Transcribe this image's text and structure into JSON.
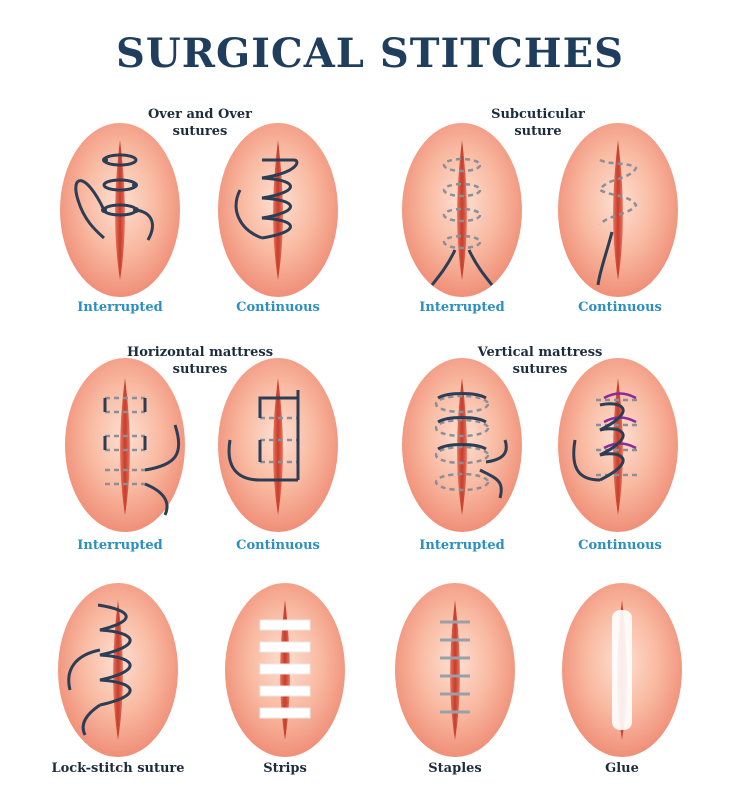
{
  "title": "SURGICAL STITCHES",
  "colors": {
    "title": "#1f3e5e",
    "skin_light": "#fbd3c2",
    "skin_dark": "#f08f78",
    "wound": "#d9533e",
    "thread": "#2c3e55",
    "purple_thread": "#8a2a9b",
    "label_blue": "#2b8fc0",
    "label_dark": "#1d2c3c"
  },
  "groups": {
    "over_and_over": {
      "heading": "Over and Over\nsutures",
      "interrupted": "Interrupted",
      "continuous": "Continuous"
    },
    "subcuticular": {
      "heading": "Subcuticular\nsuture",
      "interrupted": "Interrupted",
      "continuous": "Continuous"
    },
    "horizontal_mattress": {
      "heading": "Horizontal mattress\nsutures",
      "interrupted": "Interrupted",
      "continuous": "Continuous"
    },
    "vertical_mattress": {
      "heading": "Vertical mattress\nsutures",
      "interrupted": "Interrupted",
      "continuous": "Continuous"
    }
  },
  "bottom_row": {
    "lock_stitch": "Lock-stitch suture",
    "strips": "Strips",
    "staples": "Staples",
    "glue": "Glue"
  }
}
